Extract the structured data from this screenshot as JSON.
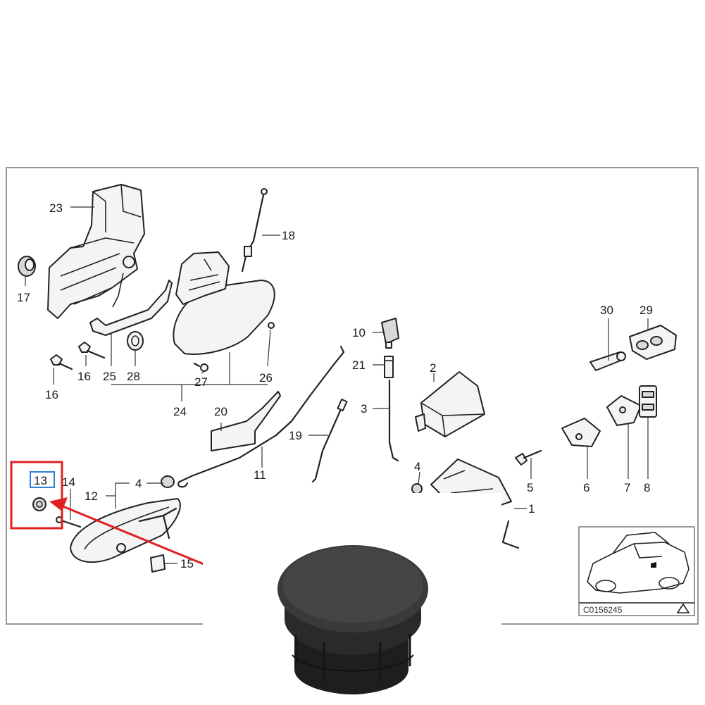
{
  "diagram": {
    "callouts": [
      {
        "key": "c23",
        "text": "23"
      },
      {
        "key": "c18",
        "text": "18"
      },
      {
        "key": "c17",
        "text": "17"
      },
      {
        "key": "c16a",
        "text": "16"
      },
      {
        "key": "c16b",
        "text": "16"
      },
      {
        "key": "c25",
        "text": "25"
      },
      {
        "key": "c28",
        "text": "28"
      },
      {
        "key": "c27",
        "text": "27"
      },
      {
        "key": "c26",
        "text": "26"
      },
      {
        "key": "c24",
        "text": "24"
      },
      {
        "key": "c20",
        "text": "20"
      },
      {
        "key": "c10",
        "text": "10"
      },
      {
        "key": "c21",
        "text": "21"
      },
      {
        "key": "c3",
        "text": "3"
      },
      {
        "key": "c2",
        "text": "2"
      },
      {
        "key": "c19",
        "text": "19"
      },
      {
        "key": "c11",
        "text": "11"
      },
      {
        "key": "c4a",
        "text": "4"
      },
      {
        "key": "c4b",
        "text": "4"
      },
      {
        "key": "c30",
        "text": "30"
      },
      {
        "key": "c29",
        "text": "29"
      },
      {
        "key": "c5",
        "text": "5"
      },
      {
        "key": "c6",
        "text": "6"
      },
      {
        "key": "c7",
        "text": "7"
      },
      {
        "key": "c8",
        "text": "8"
      },
      {
        "key": "c13",
        "text": "13"
      },
      {
        "key": "c14",
        "text": "14"
      },
      {
        "key": "c12",
        "text": "12"
      },
      {
        "key": "c15",
        "text": "15"
      },
      {
        "key": "c1",
        "text": "1"
      }
    ],
    "catalog_number": "C0156245",
    "highlight_color": "#e02020",
    "box_color": "#2f7fd8"
  }
}
